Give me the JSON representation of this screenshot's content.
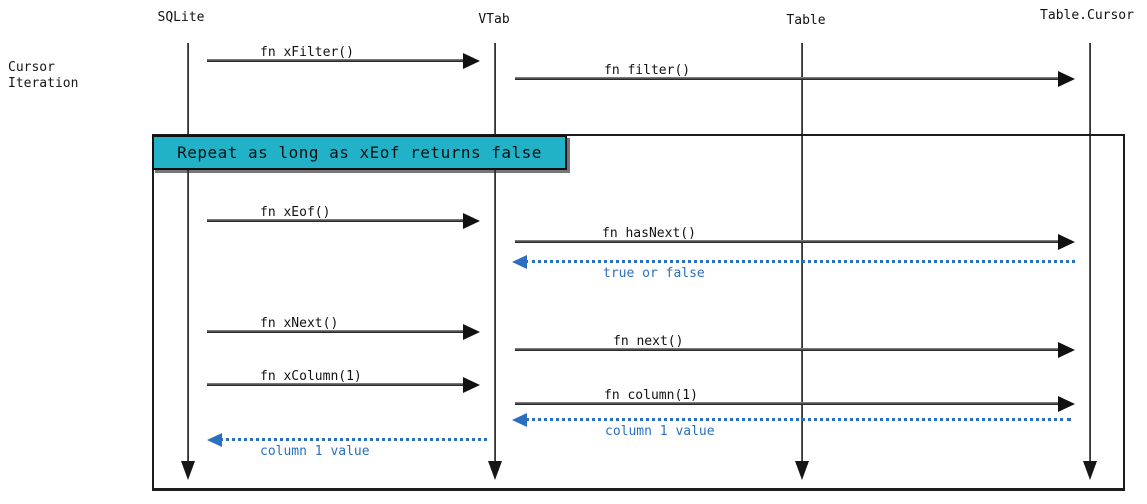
{
  "title": "Cursor\nIteration",
  "actors": [
    {
      "name": "SQLite"
    },
    {
      "name": "VTab"
    },
    {
      "name": "Table"
    },
    {
      "name": "Table.Cursor"
    }
  ],
  "loop_box": {
    "label": "Repeat as long as xEof returns false"
  },
  "messages": [
    {
      "label": "fn xFilter()",
      "from": "SQLite",
      "to": "VTab",
      "kind": "call"
    },
    {
      "label": "fn filter()",
      "from": "VTab",
      "to": "Table.Cursor",
      "kind": "call"
    },
    {
      "label": "fn xEof()",
      "from": "SQLite",
      "to": "VTab",
      "kind": "call"
    },
    {
      "label": "fn hasNext()",
      "from": "VTab",
      "to": "Table.Cursor",
      "kind": "call"
    },
    {
      "label": "true or false",
      "from": "Table.Cursor",
      "to": "VTab",
      "kind": "return"
    },
    {
      "label": "fn xNext()",
      "from": "SQLite",
      "to": "VTab",
      "kind": "call"
    },
    {
      "label": "fn next()",
      "from": "VTab",
      "to": "Table.Cursor",
      "kind": "call"
    },
    {
      "label": "fn xColumn(1)",
      "from": "SQLite",
      "to": "VTab",
      "kind": "call"
    },
    {
      "label": "fn column(1)",
      "from": "VTab",
      "to": "Table.Cursor",
      "kind": "call"
    },
    {
      "label": "column 1 value",
      "from": "Table.Cursor",
      "to": "VTab",
      "kind": "return"
    },
    {
      "label": "column 1 value",
      "from": "VTab",
      "to": "SQLite",
      "kind": "return"
    }
  ],
  "colors": {
    "loop_box_fill": "#22b2c8",
    "return_blue": "#2b6fbf",
    "line_dark": "#161616"
  }
}
